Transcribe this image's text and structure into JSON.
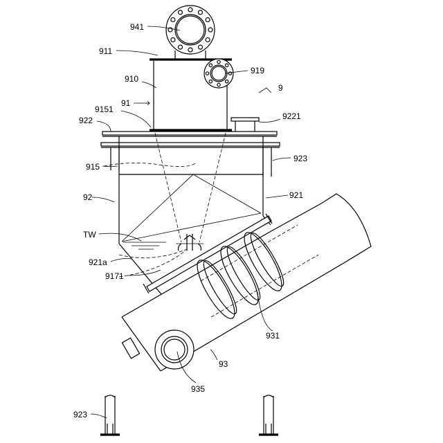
{
  "labels": {
    "l941": "941",
    "l911": "911",
    "l910": "910",
    "l919": "919",
    "l9": "9",
    "l91": "91",
    "l9151": "9151",
    "l9221": "9221",
    "l922": "922",
    "l923_top": "923",
    "l915": "915",
    "l92": "92",
    "l921": "921",
    "lTW": "TW",
    "l921a": "921a",
    "l9171": "9171",
    "l931": "931",
    "l93": "93",
    "l935": "935",
    "l923_bottom": "923"
  }
}
